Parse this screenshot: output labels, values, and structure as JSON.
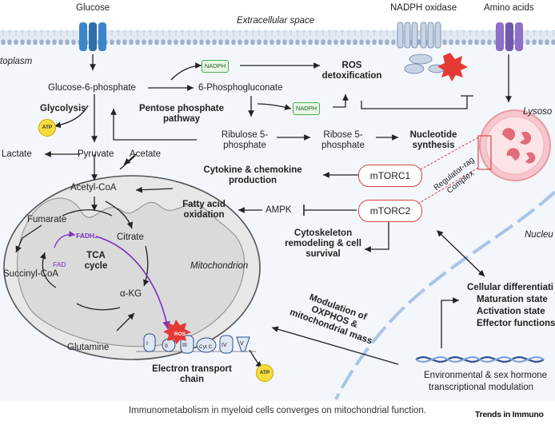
{
  "header": {
    "glucose": "Glucose",
    "extracellular": "Extracellular space",
    "nadph_oxidase": "NADPH oxidase",
    "amino_acids": "Amino acids",
    "cytoplasm": "toplasm"
  },
  "pathway": {
    "g6p": "Glucose-6-phosphate",
    "nadph1": "NADPH",
    "p6g": "6-Phosphogluconate",
    "ros_detox": "ROS detoxification",
    "glycolysis": "Glycolysis",
    "atp": "ATP",
    "ppp": "Pentose phosphate pathway",
    "nadph2": "NADPH",
    "ribulose": "Ribulose 5-phosphate",
    "ribose": "Ribose 5-phosphate",
    "nucleotide": "Nucleotide synthesis",
    "lactate": "Lactate",
    "pyruvate": "Pyruvate",
    "acetate": "Acetate",
    "acetyl_coa": "Acetyl-CoA"
  },
  "signaling": {
    "cytokine": "Cytokine & chemokine production",
    "mtorc1": "mTORC1",
    "mtorc2": "mTORC2",
    "regulator": "Regulator-rag Complex",
    "fao": "Fatty acid oxidation",
    "ampk": "AMPK",
    "cytoskeleton": "Cytoskeleton remodeling & cell survival",
    "lysosome": "Lysoso",
    "nucleus": "Nucleu"
  },
  "mito": {
    "fumarate": "Fumarate",
    "fadh2": "FADH₂",
    "citrate": "Citrate",
    "fad": "FAD",
    "tca": "TCA cycle",
    "succinyl": "Succinyl-CoA",
    "mitochondrion": "Mitochondrion",
    "akg": "α-KG",
    "glutamine": "Glutamine",
    "ros": "ROS",
    "complexes": [
      "I",
      "II",
      "III",
      "Cyt C",
      "IV",
      "V"
    ],
    "etc": "Electron transport chain",
    "atp": "ATP"
  },
  "outcomes": {
    "modulation": "Modulation of OXPHOS & mitochondrial mass",
    "differentiation": "Cellular differentiati",
    "maturation": "Maturation state",
    "activation": "Activation state",
    "effector": "Effector functions",
    "environmental": "Environmental & sex hormone",
    "transcriptional": "transcriptional modulation"
  },
  "footer": {
    "caption": "Immunometabolism in myeloid cells converges on mitochondrial function.",
    "brand": "Trends in Immuno"
  },
  "colors": {
    "membrane": "#c9d3e4",
    "transporter_blue": "#3a86c8",
    "transporter_purple": "#8e6fc9",
    "mtor_red": "#d64545",
    "nadph_green": "#4caf50",
    "ros_red": "#e53935",
    "fadh2_purple": "#7b2fbf",
    "atp_yellow": "#f6dd3b"
  }
}
